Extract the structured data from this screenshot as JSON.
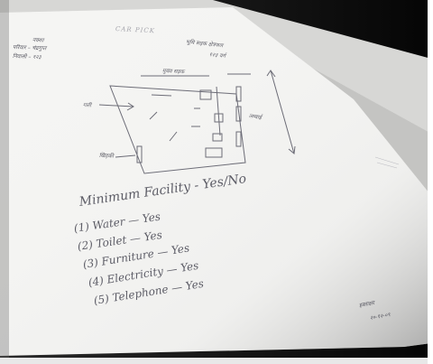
{
  "page_heading": "CAR PICK",
  "header_left": [
    "नक्शा",
    "परिवार – चंद्रगुप्त",
    "निवासी – १२३"
  ],
  "header_right": [
    "भूमि सड़क क्षेत्रफल",
    "१२३ वर्ग"
  ],
  "diagram": {
    "top_label": "मुख्य सड़क",
    "left_label": "गली",
    "bottom_left_label": "खिड़की",
    "right_label": "लम्बाई"
  },
  "facilities": {
    "title": "Minimum Facility - Yes/No",
    "items": [
      {
        "num": "(1)",
        "label": "Water",
        "answer": "Yes"
      },
      {
        "num": "(2)",
        "label": "Toilet",
        "answer": "Yes"
      },
      {
        "num": "(3)",
        "label": "Furniture",
        "answer": "Yes"
      },
      {
        "num": "(4)",
        "label": "Electricity",
        "answer": "Yes"
      },
      {
        "num": "(5)",
        "label": "Telephone",
        "answer": "Yes"
      }
    ]
  },
  "signature_lines": [
    "हस्ताक्षर",
    "२०-१२-०९"
  ],
  "colors": {
    "paper": "#f5f5f3",
    "background": "#101010",
    "ink": "#3c3c48"
  }
}
